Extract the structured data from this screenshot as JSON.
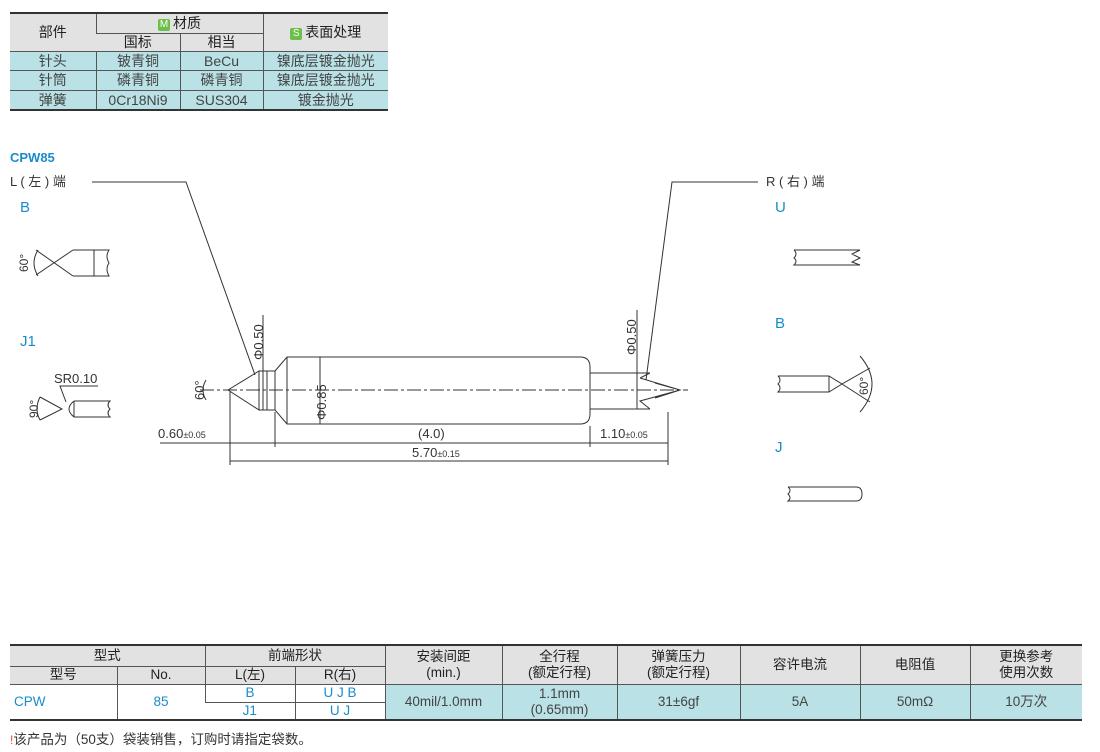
{
  "materials_table": {
    "headers": {
      "part": "部件",
      "material": "材质",
      "material_badge": "M",
      "gb": "国标",
      "equivalent": "相当",
      "surface": "表面处理",
      "surface_badge": "S"
    },
    "rows": [
      {
        "part": "针头",
        "gb": "铍青铜",
        "equivalent": "BeCu",
        "surface": "镍底层镀金抛光"
      },
      {
        "part": "针筒",
        "gb": "磷青铜",
        "equivalent": "磷青铜",
        "surface": "镍底层镀金抛光"
      },
      {
        "part": "弹簧",
        "gb": "0Cr18Ni9",
        "equivalent": "SUS304",
        "surface": "镀金抛光"
      }
    ]
  },
  "drawing": {
    "model": "CPW85",
    "left_end": "L ( 左 ) 端",
    "right_end": "R ( 右 ) 端",
    "left_types": [
      "B",
      "J1"
    ],
    "right_types": [
      "U",
      "B",
      "J"
    ],
    "angle_60": "60°",
    "angle_90": "90°",
    "sr": "SR0.10",
    "dia_tip": "Φ0.50",
    "dia_barrel": "Φ0.85",
    "dia_right": "Φ0.50",
    "dim_left": "0.60",
    "dim_left_tol": "±0.05",
    "dim_mid": "(4.0)",
    "dim_right": "1.10",
    "dim_right_tol": "±0.05",
    "dim_total": "5.70",
    "dim_total_tol": "±0.15"
  },
  "spec_table": {
    "headers": {
      "type": "型式",
      "model": "型号",
      "no": "No.",
      "tip_shape": "前端形状",
      "left": "L(左)",
      "right": "R(右)",
      "spacing": "安装间距",
      "spacing_sub": "(min.)",
      "travel": "全行程",
      "travel_sub": "(额定行程)",
      "spring": "弹簧压力",
      "spring_sub": "(额定行程)",
      "current": "容许电流",
      "resistance": "电阻值",
      "life": "更换参考",
      "life_sub": "使用次数"
    },
    "row": {
      "model": "CPW",
      "no": "85",
      "left1": "B",
      "right1": "U J B",
      "left2": "J1",
      "right2": "U J",
      "spacing": "40mil/1.0mm",
      "travel": "1.1mm",
      "travel_sub": "(0.65mm)",
      "spring": "31±6gf",
      "current": "5A",
      "resistance": "50mΩ",
      "life": "10万次"
    }
  },
  "note": {
    "icon": "!",
    "text": "该产品为（50支）袋装销售，订购时请指定袋数。"
  }
}
